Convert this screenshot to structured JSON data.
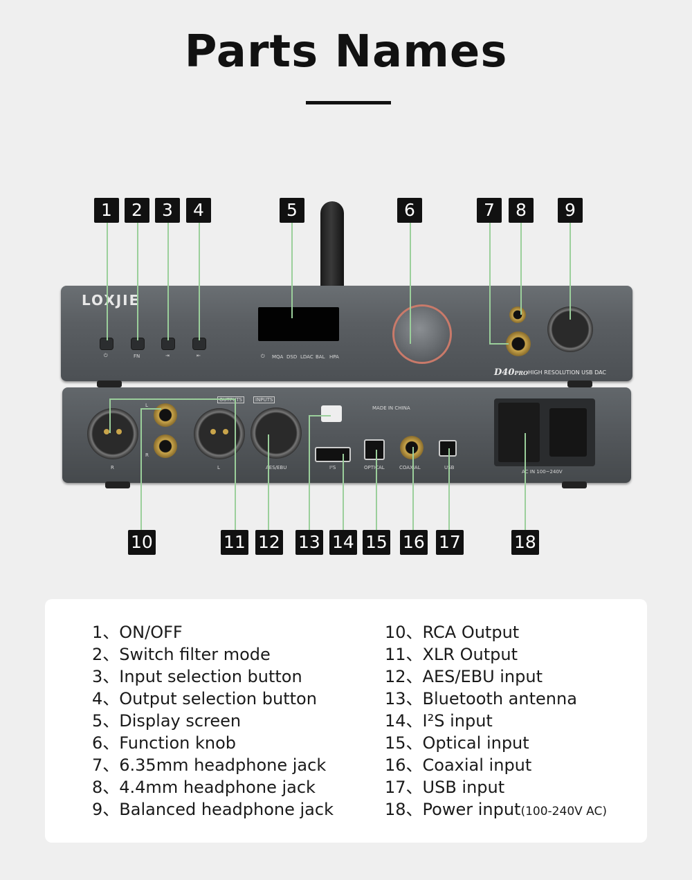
{
  "title": "Parts Names",
  "device": {
    "brand": "LOXJIE",
    "model": "D40",
    "model_suffix": "PRO",
    "model_tagline": "HIGH RESOLUTION USB DAC",
    "front_button_labels": [
      "FN"
    ],
    "indicator_labels": [
      "MQA",
      "DSD",
      "LDAC",
      "BAL",
      "HPA"
    ],
    "rear_labels": {
      "outputs": "OUTPUTS",
      "inputs": "INPUTS",
      "left_R": "R",
      "left_L": "L",
      "rca_L": "L",
      "rca_R": "R",
      "aes": "AES/EBU",
      "i2s": "I²S",
      "optical": "OPTICAL",
      "coaxial": "COAXIAL",
      "usb": "USB",
      "made_in": "MADE IN CHINA",
      "ac": "AC IN 100~240V"
    }
  },
  "callouts_top": [
    "1",
    "2",
    "3",
    "4",
    "5",
    "6",
    "7",
    "8",
    "9"
  ],
  "callouts_bottom": [
    "10",
    "11",
    "12",
    "13",
    "14",
    "15",
    "16",
    "17",
    "18"
  ],
  "legend_left": [
    "1、ON/OFF",
    "2、Switch filter mode",
    "3、Input selection button",
    "4、Output selection button",
    "5、Display screen",
    "6、Function knob",
    "7、6.35mm headphone jack",
    "8、4.4mm headphone jack",
    "9、Balanced headphone jack"
  ],
  "legend_right": [
    "10、RCA Output",
    "11、XLR Output",
    "12、AES/EBU input",
    "13、Bluetooth antenna",
    "14、I²S input",
    "15、Optical input",
    "16、Coaxial input",
    "17、USB input",
    "18、Power input"
  ],
  "legend_right_last_suffix": "(100-240V AC)",
  "colors": {
    "leader": "#9bcf9b",
    "badge": "#111111",
    "panel": "#ffffff"
  }
}
